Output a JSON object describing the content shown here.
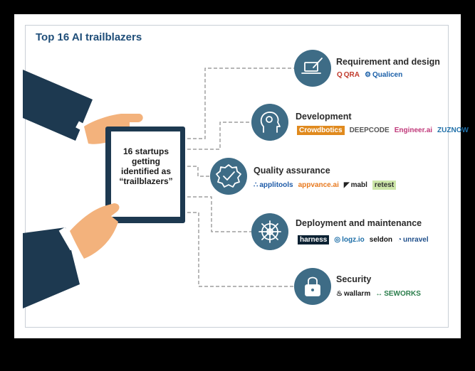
{
  "title": "Top 16 AI trailblazers",
  "tablet_text": [
    "16 startups",
    "getting",
    "identified as",
    "“trailblazers”"
  ],
  "colors": {
    "accent": "#1f4e79",
    "circle": "#3e6c86",
    "sleeve": "#1d3950",
    "hand": "#f3b27c",
    "line": "#8a8a8a"
  },
  "categories": [
    {
      "title": "Requirement and design",
      "icon": "laptop-pen-icon",
      "logos": [
        {
          "mark": "Q",
          "text": "QRA",
          "color": "#c0392b",
          "bg": ""
        },
        {
          "mark": "⚙",
          "text": "Qualicen",
          "color": "#1a5fa8",
          "bg": ""
        }
      ]
    },
    {
      "title": "Development",
      "icon": "head-gear-icon",
      "logos": [
        {
          "mark": "",
          "text": "Crowdbotics",
          "color": "#ffffff",
          "bg": "#e08a1e"
        },
        {
          "mark": "",
          "text": "DEEPCODE",
          "color": "#555555",
          "bg": ""
        },
        {
          "mark": "",
          "text": "Engineer.ai",
          "color": "#c0397a",
          "bg": ""
        },
        {
          "mark": "",
          "text": "ZUZNOW",
          "color": "#1e6fa8",
          "bg": ""
        }
      ]
    },
    {
      "title": "Quality assurance",
      "icon": "badge-check-icon",
      "logos": [
        {
          "mark": "∴",
          "text": "applitools",
          "color": "#1e5ba8",
          "bg": ""
        },
        {
          "mark": "",
          "text": "appvance.ai",
          "color": "#e8791e",
          "bg": ""
        },
        {
          "mark": "◤",
          "text": "mabl",
          "color": "#222222",
          "bg": ""
        },
        {
          "mark": "",
          "text": "retest",
          "color": "#333333",
          "bg": "#cde6a9"
        }
      ]
    },
    {
      "title": "Deployment and maintenance",
      "icon": "wheel-gear-icon",
      "logos": [
        {
          "mark": "",
          "text": "harness",
          "color": "#ffffff",
          "bg": "#0c2233"
        },
        {
          "mark": "◎",
          "text": "logz.io",
          "color": "#1e6fa8",
          "bg": ""
        },
        {
          "mark": "",
          "text": "seldon",
          "color": "#111111",
          "bg": ""
        },
        {
          "mark": "◔",
          "text": "unravel",
          "color": "#1e4e8a",
          "bg": ""
        }
      ]
    },
    {
      "title": "Security",
      "icon": "padlock-icon",
      "logos": [
        {
          "mark": "♨",
          "text": "wallarm",
          "color": "#1b1b1b",
          "bg": ""
        },
        {
          "mark": "↔",
          "text": "SEWORKS",
          "color": "#2a7d4b",
          "bg": ""
        }
      ]
    }
  ]
}
